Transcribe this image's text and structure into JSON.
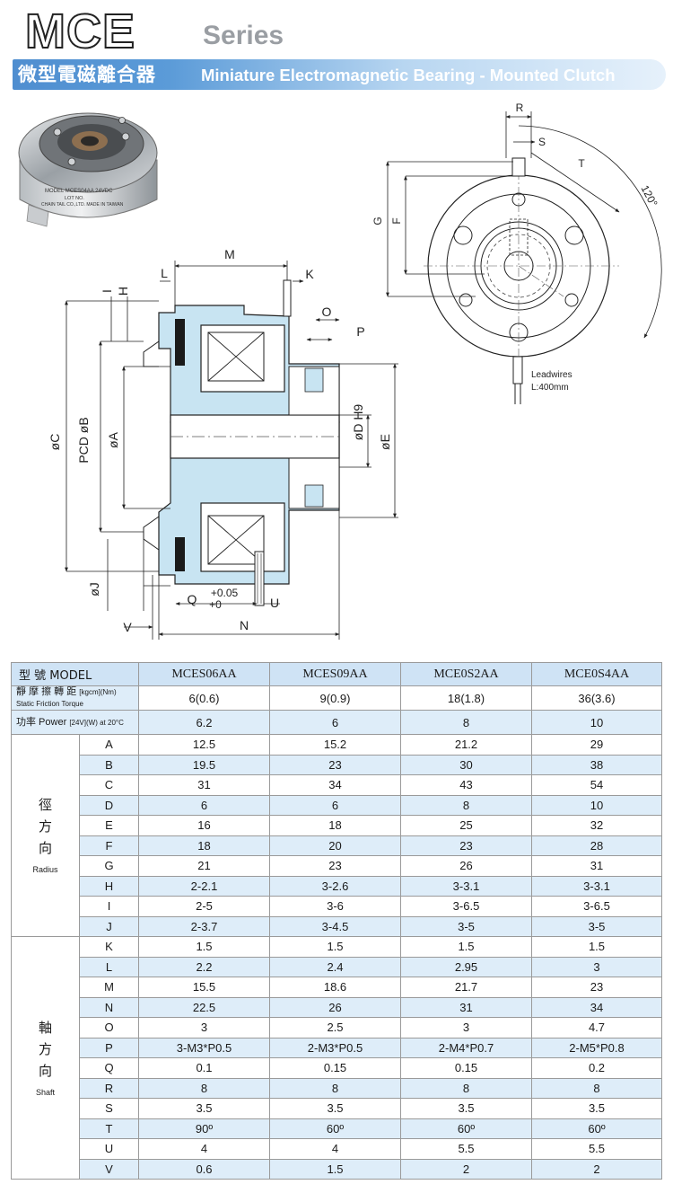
{
  "header": {
    "series_title": "MCE",
    "series_suffix": "Series",
    "subtitle_cn": "微型電磁離合器",
    "subtitle_en": "Miniature Electromagnetic Bearing - Mounted Clutch"
  },
  "photo": {
    "label_lines": [
      "MODEL  MCES04AA 24VDC",
      "LOT NO.",
      "CHAIN TAIL CO.,LTD. MADE IN TAIWAN"
    ]
  },
  "side_view": {
    "dims": {
      "M": "M",
      "K": "K",
      "L": "L",
      "H": "H",
      "I": "I",
      "O": "O",
      "P": "P",
      "C": "øC",
      "B": "PCD øB",
      "A": "øA",
      "D": "øD H9",
      "E": "øE",
      "J": "øJ",
      "Q": "Q",
      "Q_tol_upper": "+0.05",
      "Q_tol_lower": "+0",
      "U": "U",
      "V": "V",
      "N": "N"
    },
    "colors": {
      "body": "#c8e4f2",
      "pad": "#1a1a1a"
    }
  },
  "front_view": {
    "dims": {
      "R": "R",
      "S": "S",
      "T": "T",
      "angle": "120°",
      "G": "G",
      "F": "F"
    },
    "leadwires_label": "Leadwires",
    "leadwires_length": "L:400mm"
  },
  "table": {
    "model_header": "型 號 MODEL",
    "models": [
      "MCES06AA",
      "MCES09AA",
      "MCE0S2AA",
      "MCE0S4AA"
    ],
    "torque": {
      "label_cn": "靜 摩 擦 轉 距",
      "label_en": "Static Friction Torque",
      "unit": "[kgcm](Nm)",
      "values": [
        "6(0.6)",
        "9(0.9)",
        "18(1.8)",
        "36(3.6)"
      ]
    },
    "power": {
      "label": "功率 Power",
      "unit": "[24V](W) at 20°C",
      "values": [
        "6.2",
        "6",
        "8",
        "10"
      ]
    },
    "radius_group": {
      "label_cn": [
        "徑",
        "方",
        "向"
      ],
      "label_en": "Radius"
    },
    "shaft_group": {
      "label_cn": [
        "軸",
        "方",
        "向"
      ],
      "label_en": "Shaft"
    },
    "radius_rows": [
      {
        "code": "A",
        "values": [
          "12.5",
          "15.2",
          "21.2",
          "29"
        ]
      },
      {
        "code": "B",
        "values": [
          "19.5",
          "23",
          "30",
          "38"
        ]
      },
      {
        "code": "C",
        "values": [
          "31",
          "34",
          "43",
          "54"
        ]
      },
      {
        "code": "D",
        "values": [
          "6",
          "6",
          "8",
          "10"
        ]
      },
      {
        "code": "E",
        "values": [
          "16",
          "18",
          "25",
          "32"
        ]
      },
      {
        "code": "F",
        "values": [
          "18",
          "20",
          "23",
          "28"
        ]
      },
      {
        "code": "G",
        "values": [
          "21",
          "23",
          "26",
          "31"
        ]
      },
      {
        "code": "H",
        "values": [
          "2-2.1",
          "3-2.6",
          "3-3.1",
          "3-3.1"
        ]
      },
      {
        "code": "I",
        "values": [
          "2-5",
          "3-6",
          "3-6.5",
          "3-6.5"
        ]
      },
      {
        "code": "J",
        "values": [
          "2-3.7",
          "3-4.5",
          "3-5",
          "3-5"
        ]
      }
    ],
    "shaft_rows": [
      {
        "code": "K",
        "values": [
          "1.5",
          "1.5",
          "1.5",
          "1.5"
        ]
      },
      {
        "code": "L",
        "values": [
          "2.2",
          "2.4",
          "2.95",
          "3"
        ]
      },
      {
        "code": "M",
        "values": [
          "15.5",
          "18.6",
          "21.7",
          "23"
        ]
      },
      {
        "code": "N",
        "values": [
          "22.5",
          "26",
          "31",
          "34"
        ]
      },
      {
        "code": "O",
        "values": [
          "3",
          "2.5",
          "3",
          "4.7"
        ]
      },
      {
        "code": "P",
        "values": [
          "3-M3*P0.5",
          "2-M3*P0.5",
          "2-M4*P0.7",
          "2-M5*P0.8"
        ]
      },
      {
        "code": "Q",
        "values": [
          "0.1",
          "0.15",
          "0.15",
          "0.2"
        ]
      },
      {
        "code": "R",
        "values": [
          "8",
          "8",
          "8",
          "8"
        ]
      },
      {
        "code": "S",
        "values": [
          "3.5",
          "3.5",
          "3.5",
          "3.5"
        ]
      },
      {
        "code": "T",
        "values": [
          "90º",
          "60º",
          "60º",
          "60º"
        ]
      },
      {
        "code": "U",
        "values": [
          "4",
          "4",
          "5.5",
          "5.5"
        ]
      },
      {
        "code": "V",
        "values": [
          "0.6",
          "1.5",
          "2",
          "2"
        ]
      }
    ]
  }
}
